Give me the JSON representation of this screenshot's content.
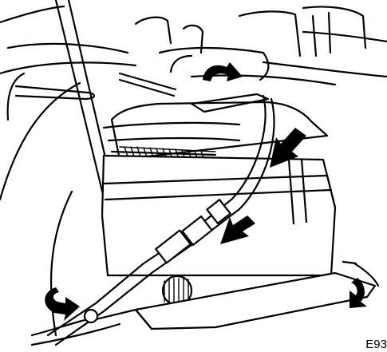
{
  "figure": {
    "code": "E93"
  },
  "parts": [
    {
      "name": "cool-box"
    },
    {
      "name": "carrying-strap"
    },
    {
      "name": "seat-belt"
    },
    {
      "name": "belt-buckle"
    },
    {
      "name": "headrest"
    },
    {
      "name": "rear-seat"
    }
  ],
  "arrows": [
    {
      "name": "arrow-headrest-belt-routing"
    },
    {
      "name": "arrow-strap-over-lid"
    },
    {
      "name": "arrow-strap-down-side"
    },
    {
      "name": "arrow-buckle-left"
    },
    {
      "name": "arrow-buckle-right"
    }
  ],
  "colors": {
    "line": "#000000",
    "background": "#ffffff"
  }
}
